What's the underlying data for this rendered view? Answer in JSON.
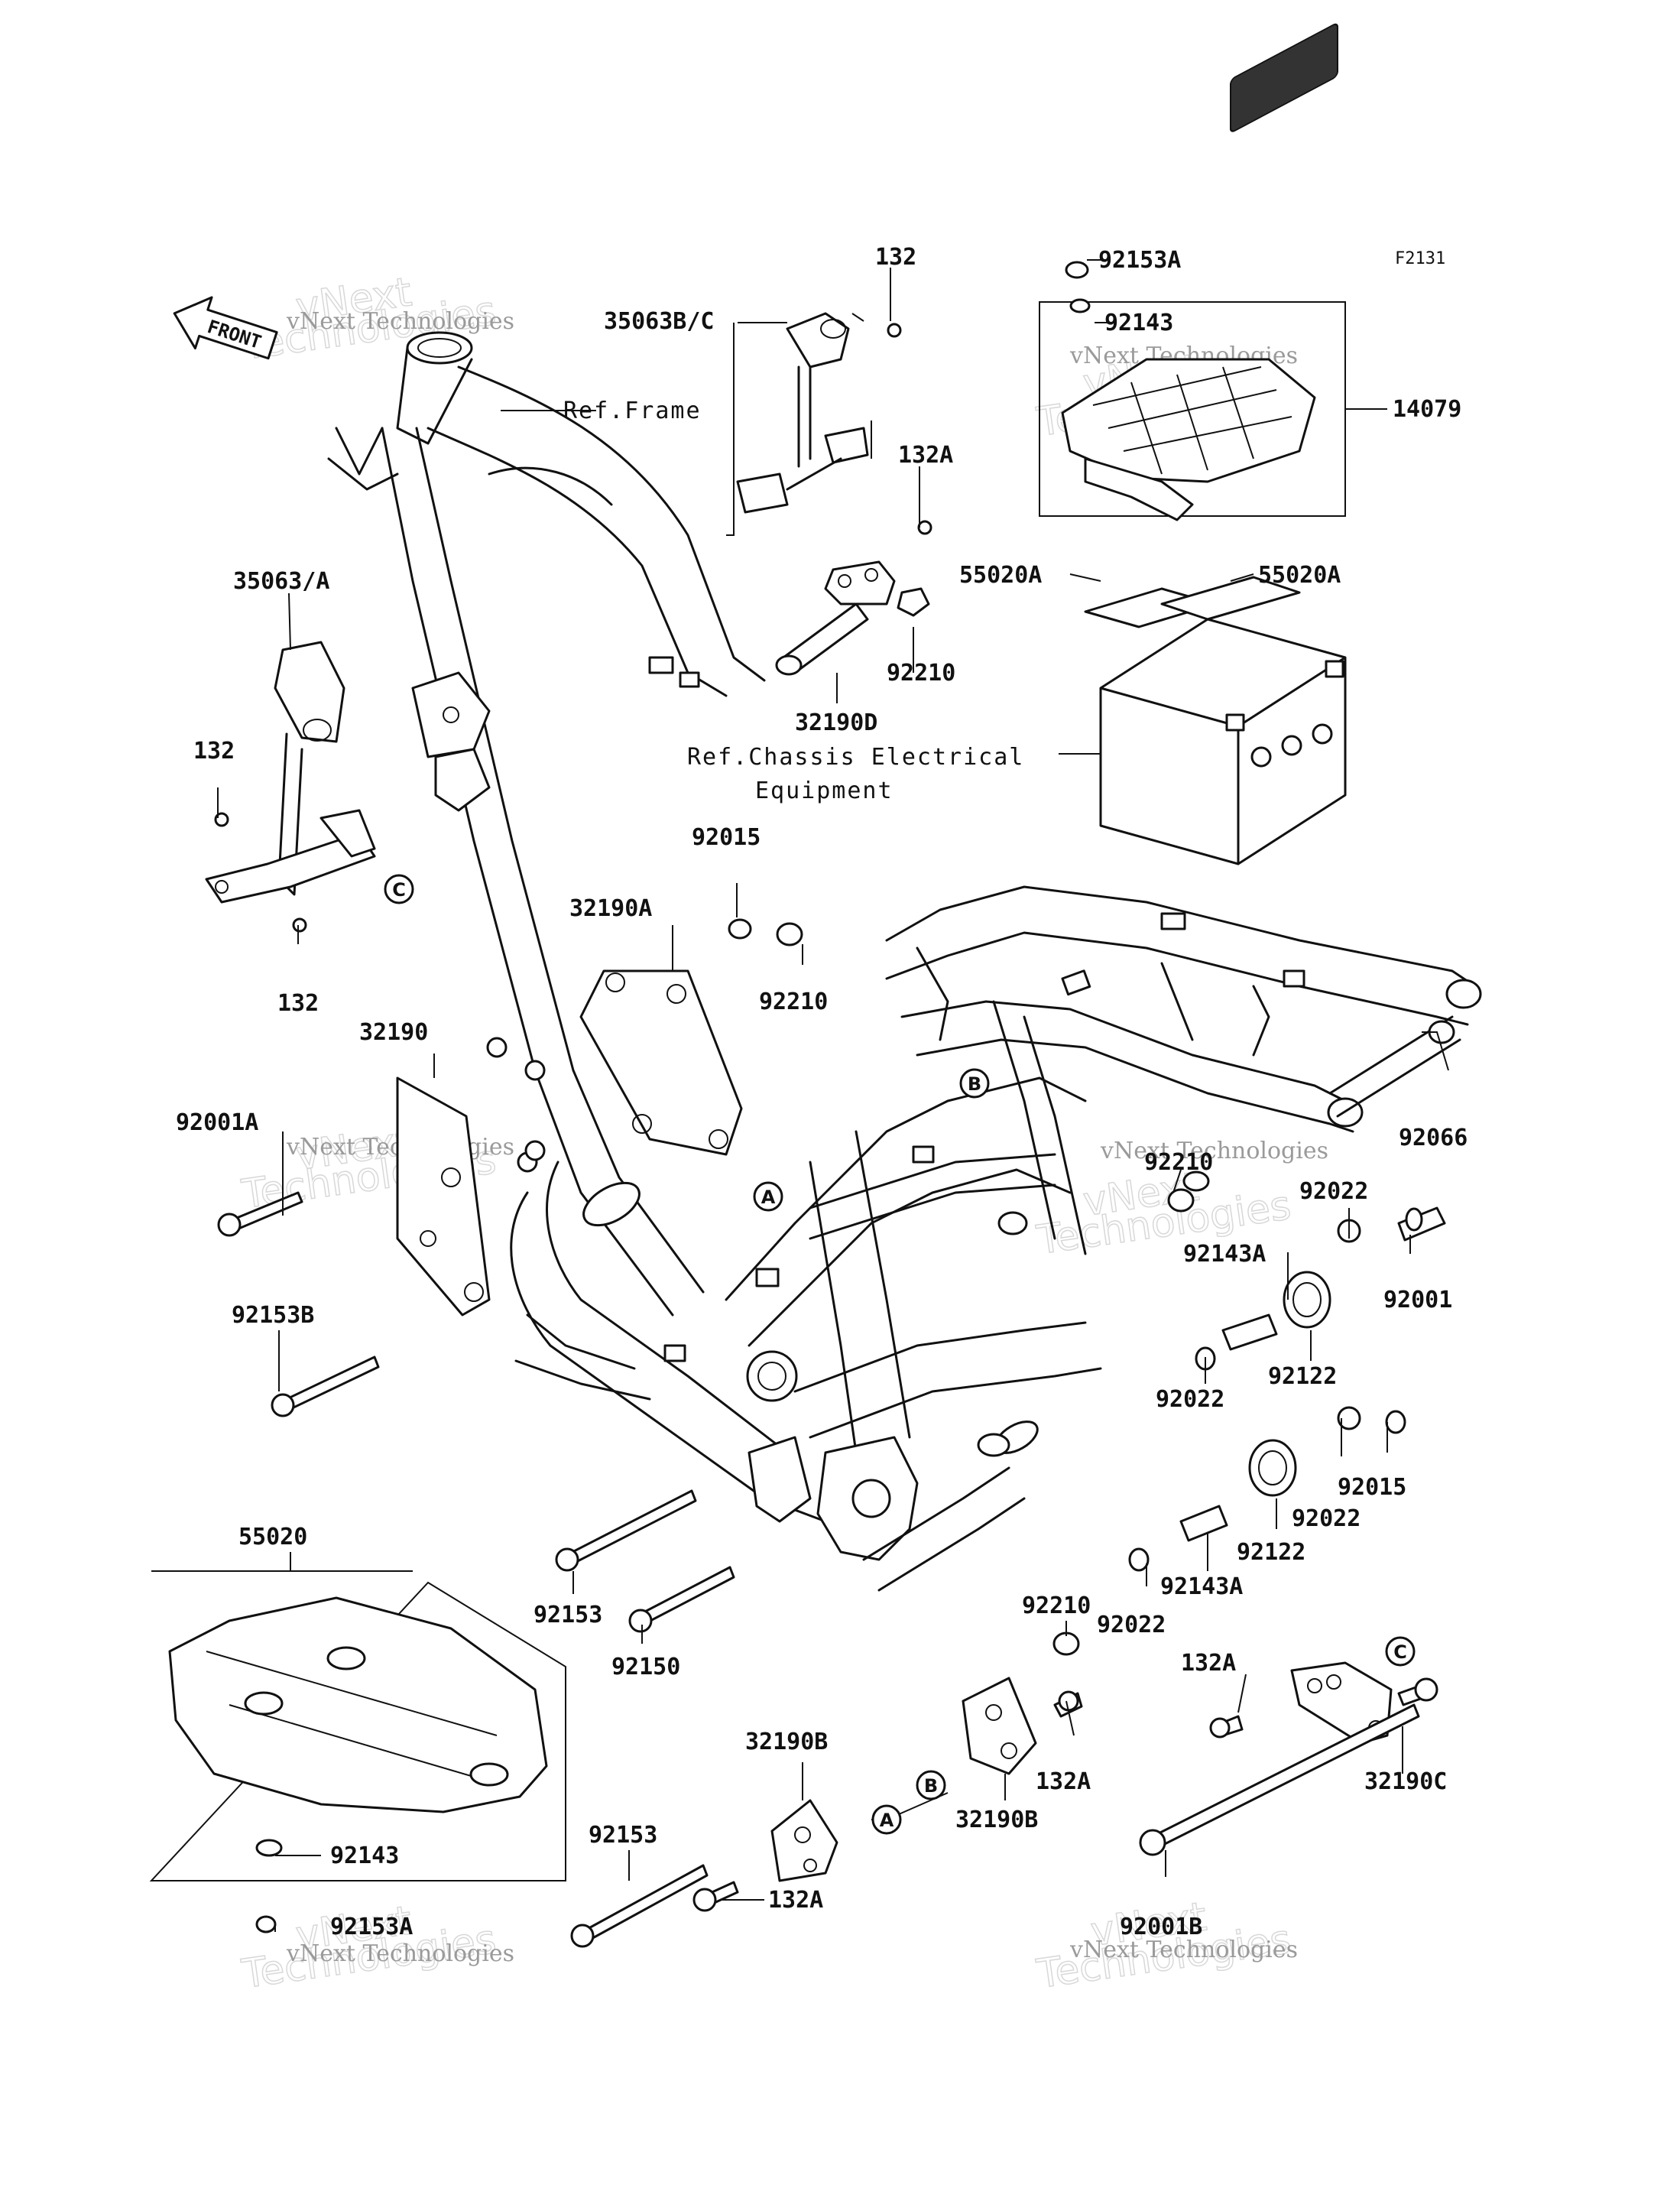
{
  "figure_code": "F2131",
  "front_label": "FRONT",
  "watermark": {
    "line1": "vNext Technologies",
    "line2": "Technologies",
    "line3": "vNext"
  },
  "references": {
    "frame": "Ref.Frame",
    "chassis_line1": "Ref.Chassis Electrical",
    "chassis_line2": "Equipment"
  },
  "callouts": {
    "a": "A",
    "b": "B",
    "c": "C"
  },
  "parts": {
    "p132_top": "132",
    "p35063bc": "35063B/C",
    "p132a_top": "132A",
    "p92210_top": "92210",
    "p32190d": "32190D",
    "p35063a": "35063/A",
    "p132_left": "132",
    "p132_left2": "132",
    "p92153a_top": "92153A",
    "p92143_top": "92143",
    "p14079": "14079",
    "p55020a_l": "55020A",
    "p55020a_r": "55020A",
    "p92015_top": "92015",
    "p32190a": "32190A",
    "p92210_mid": "92210",
    "p32190": "32190",
    "p92001a": "92001A",
    "p92153b": "92153B",
    "p92066": "92066",
    "p92210_right": "92210",
    "p92022_r1": "92022",
    "p92143a_r1": "92143A",
    "p92001": "92001",
    "p92122_r1": "92122",
    "p92022_r2": "92022",
    "p92015_r": "92015",
    "p92022_r3": "92022",
    "p92122_r2": "92122",
    "p92143a_r2": "92143A",
    "p92022_r4": "92022",
    "p55020": "55020",
    "p92153": "92153",
    "p92150": "92150",
    "p92210_low": "92210",
    "p132a_low1": "132A",
    "p32190b_1": "32190B",
    "p32190b_2": "32190B",
    "p132a_low2": "132A",
    "p92153_low": "92153",
    "p132a_low3": "132A",
    "p92143_low": "92143",
    "p92153a_low": "92153A",
    "p32190c": "32190C",
    "p92001b": "92001B"
  }
}
